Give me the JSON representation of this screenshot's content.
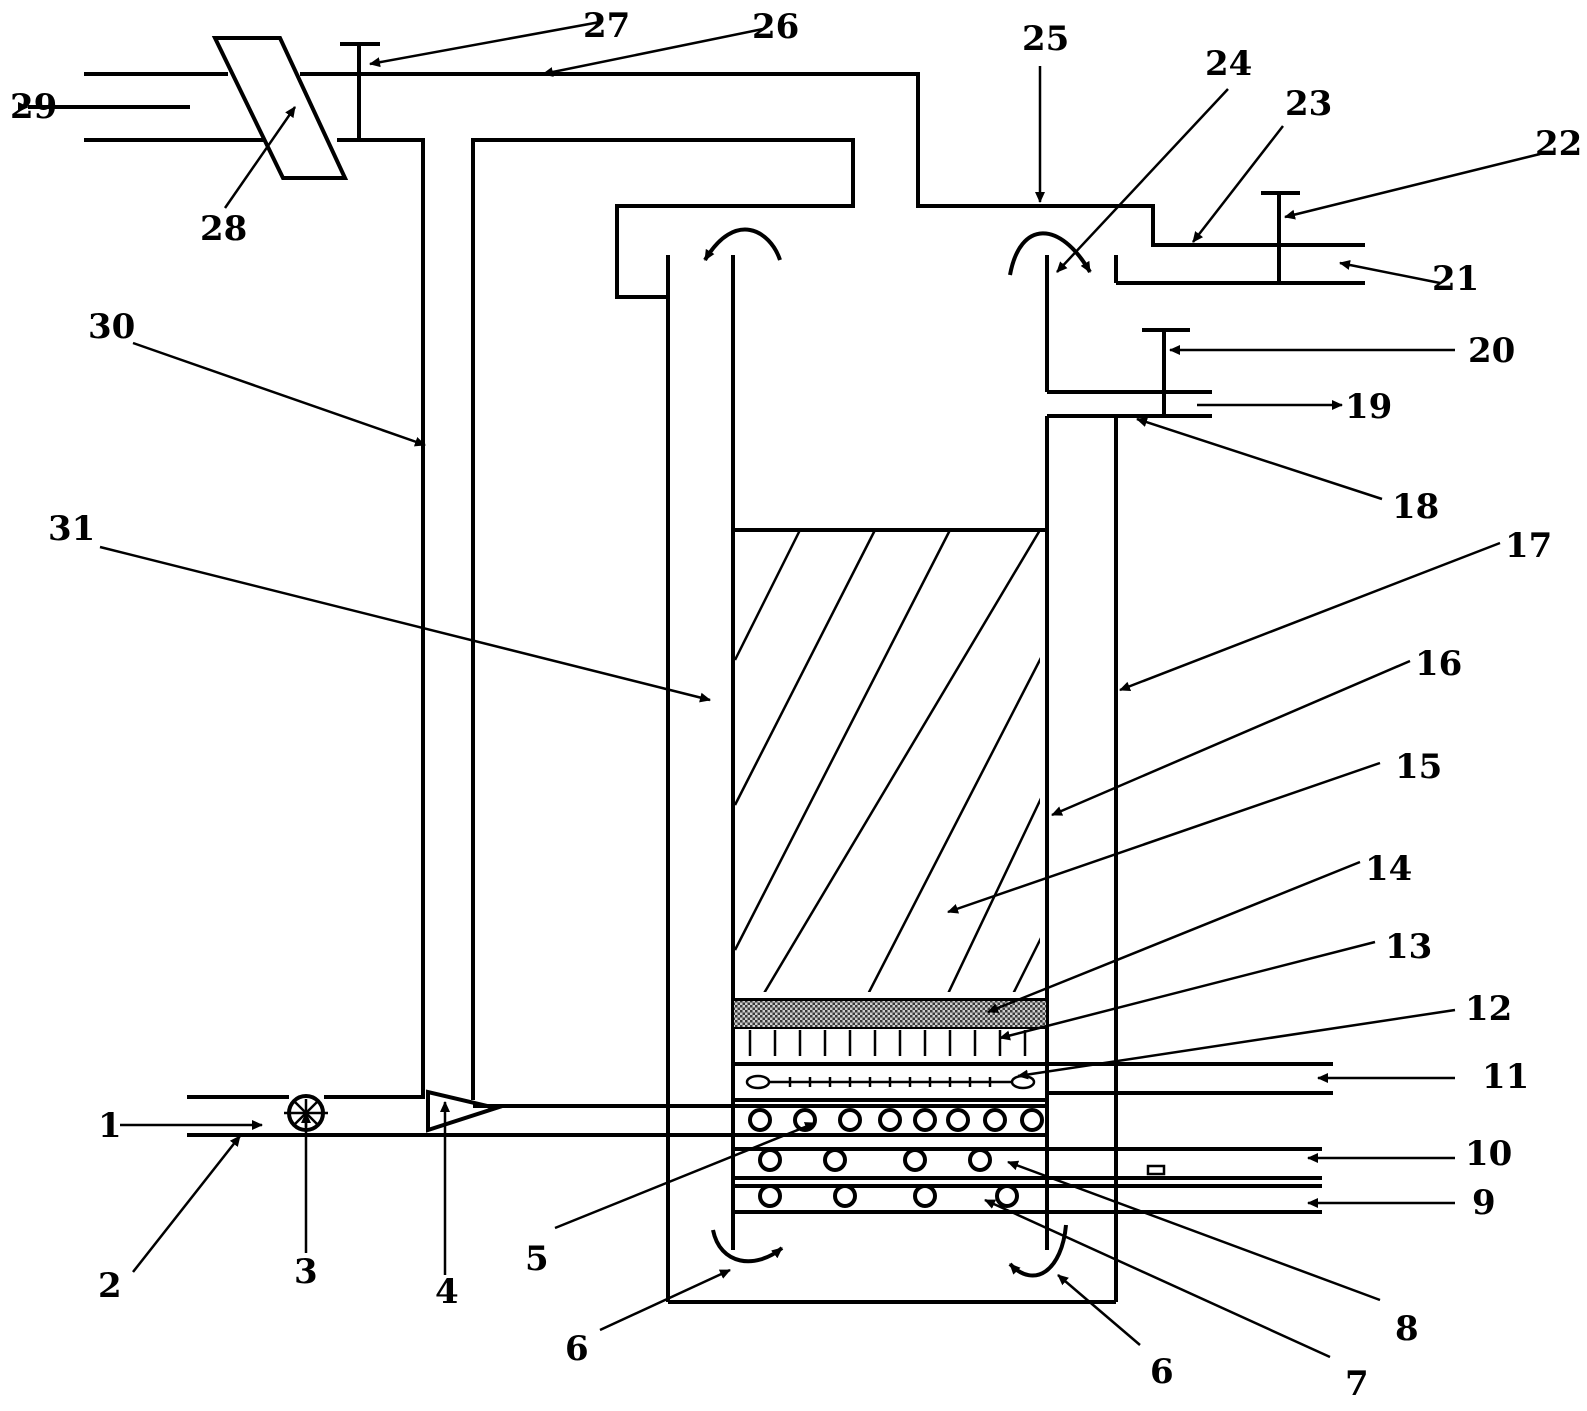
{
  "diagram": {
    "labels": {
      "l1": "1",
      "l2": "2",
      "l3": "3",
      "l4": "4",
      "l5": "5",
      "l6a": "6",
      "l6b": "6",
      "l7": "7",
      "l8": "8",
      "l9": "9",
      "l10": "10",
      "l11": "11",
      "l12": "12",
      "l13": "13",
      "l14": "14",
      "l15": "15",
      "l16": "16",
      "l17": "17",
      "l18": "18",
      "l19": "19",
      "l20": "20",
      "l21": "21",
      "l22": "22",
      "l23": "23",
      "l24": "24",
      "l25": "25",
      "l26": "26",
      "l27": "27",
      "l28": "28",
      "l29": "29",
      "l30": "30",
      "l31": "31"
    }
  }
}
